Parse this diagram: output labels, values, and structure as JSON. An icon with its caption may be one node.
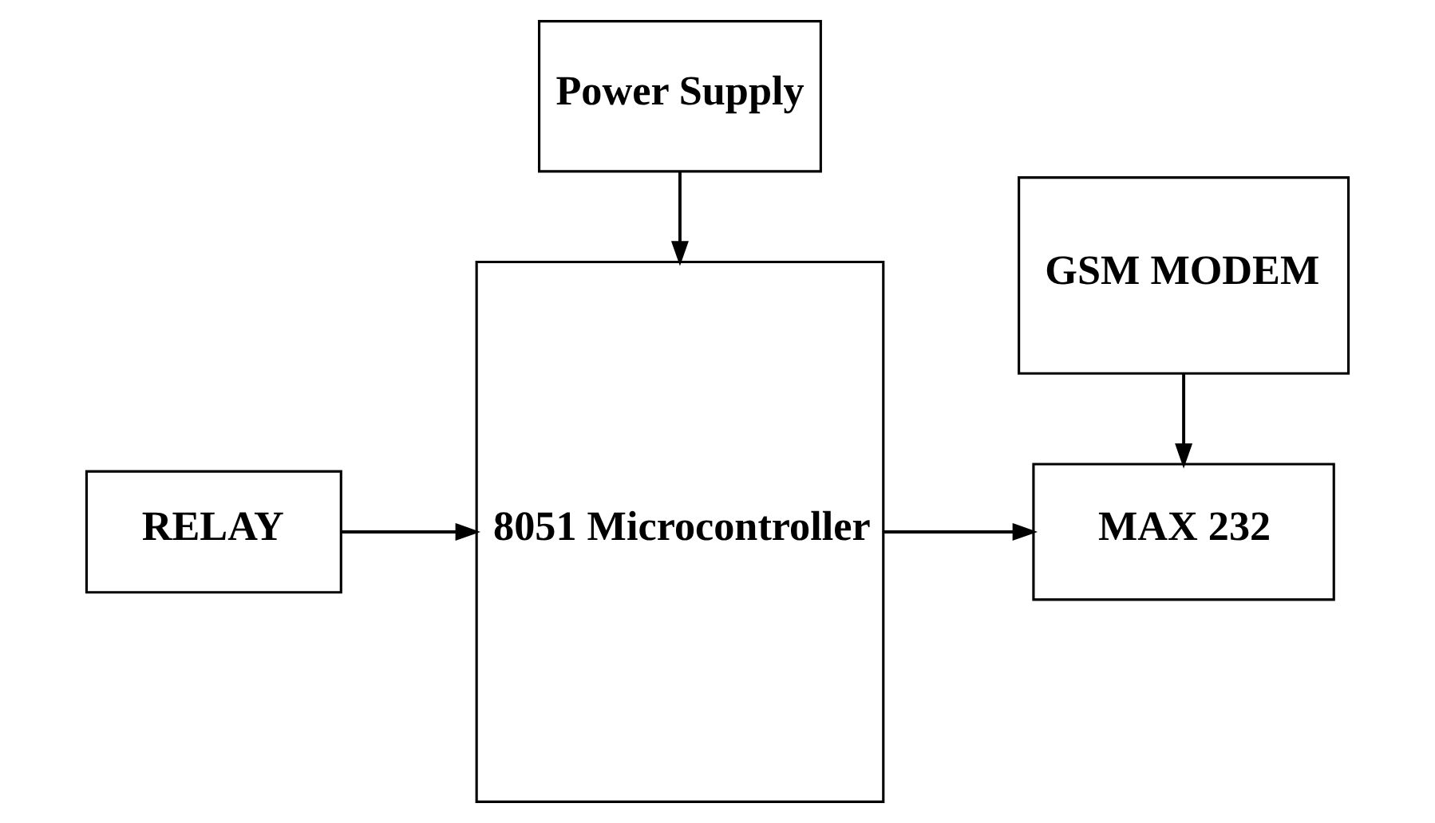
{
  "diagram": {
    "nodes": [
      {
        "text": [
          "Power Supply"
        ]
      },
      {
        "text": [
          "8051 Microcontroller"
        ]
      },
      {
        "text": [
          "MAX 232"
        ]
      },
      {
        "text": [
          "RELAY"
        ]
      },
      {
        "text": [
          "GSM MODEM"
        ]
      }
    ],
    "edges": [
      {
        "from": 0,
        "to": 1,
        "arrow": "to"
      },
      {
        "from": 1,
        "to": 2,
        "arrow": "to"
      },
      {
        "from": 3,
        "to": 1,
        "arrow": "to"
      },
      {
        "from": 4,
        "to": 2,
        "arrow": "to"
      }
    ]
  }
}
